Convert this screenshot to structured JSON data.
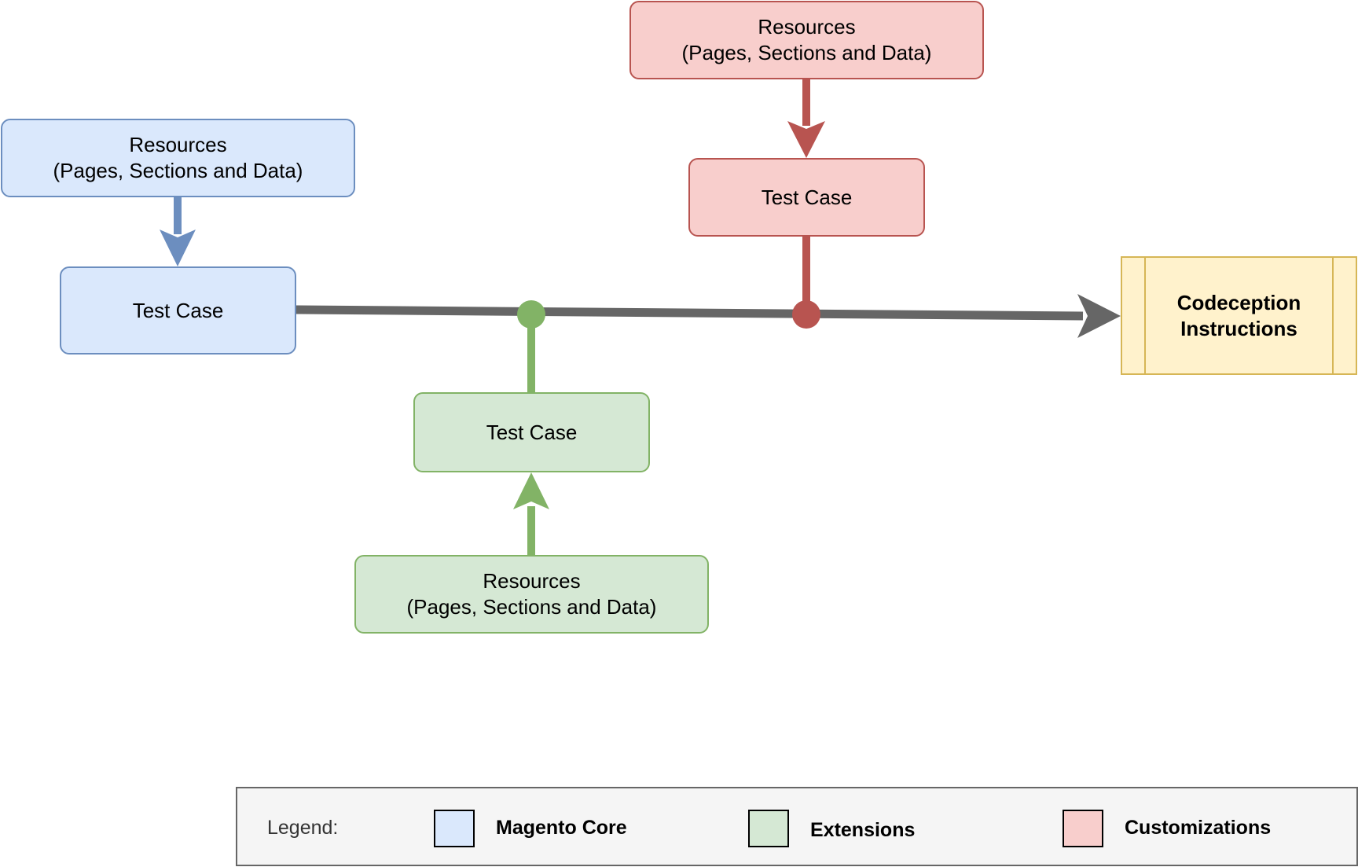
{
  "diagram": {
    "core": {
      "resources": [
        "Resources",
        "(Pages, Sections and Data)"
      ],
      "test_case": "Test Case",
      "color": "#dae8fc",
      "stroke": "#6c8ebf"
    },
    "extensions": {
      "resources": [
        "Resources",
        "(Pages, Sections and Data)"
      ],
      "test_case": "Test Case",
      "color": "#d5e8d4",
      "stroke": "#82b366"
    },
    "customizations": {
      "resources": [
        "Resources",
        "(Pages, Sections and Data)"
      ],
      "test_case": "Test Case",
      "color": "#f8cecc",
      "stroke": "#b85450"
    },
    "output": {
      "label": [
        "Codeception",
        "Instructions"
      ],
      "color": "#fff2cc",
      "stroke": "#d6b656"
    },
    "main_flow_color": "#666666"
  },
  "legend": {
    "title": "Legend:",
    "items": [
      {
        "label": "Magento Core",
        "color": "#dae8fc",
        "stroke": "#6c8ebf"
      },
      {
        "label": "Extensions",
        "color": "#d5e8d4",
        "stroke": "#82b366"
      },
      {
        "label": "Customizations",
        "color": "#f8cecc",
        "stroke": "#b85450"
      }
    ]
  }
}
